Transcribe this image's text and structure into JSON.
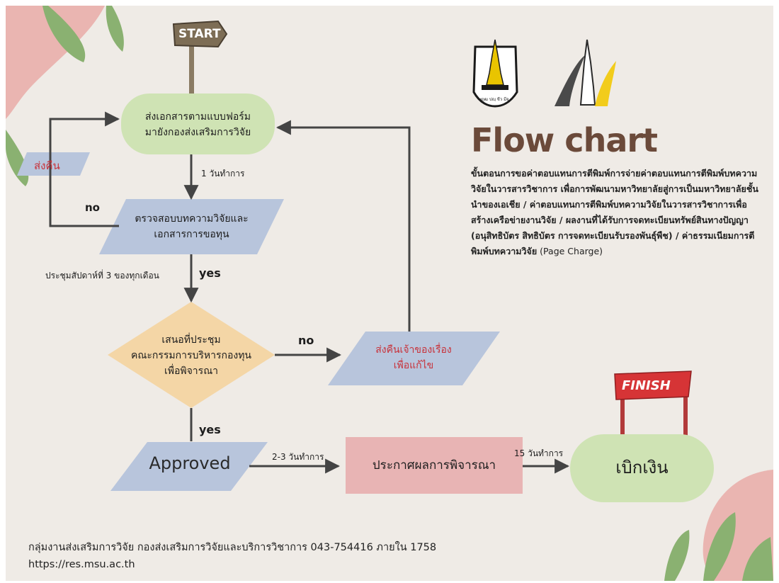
{
  "signs": {
    "start": "START",
    "finish": "FINISH"
  },
  "header": {
    "title": "Flow chart",
    "description": "ขั้นตอนการขอค่าตอบแทนการตีพิมพ์การจ่ายค่าตอบแทนการตีพิมพ์บทความวิจัยในวารสารวิชาการ เพื่อการพัฒนามหาวิทยาลัยสู่การเป็นมหาวิทยาลัยชั้นนำของเอเชีย / ค่าตอบแทนการตีพิมพ์บทความวิจัยในวารสารวิชาการเพื่อสร้างเครือข่ายงานวิจัย / ผลงานที่ได้รับการจดทะเบียนทรัพย์สินทางปัญญา (อนุสิทธิบัตร สิทธิบัตร การจดทะเบียนรับรองพันธุ์พืช) / ค่าธรรมเนียมการตีพิมพ์บทความวิจัย",
    "description_tail": " (Page Charge)"
  },
  "nodes": {
    "submit": {
      "line1": "ส่งเอกสารตามแบบฟอร์ม",
      "line2": "มายังกองส่งเสริมการวิจัย"
    },
    "return_left": "ส่งคืน",
    "check": {
      "line1": "ตรวจสอบบทความวิจัยและ",
      "line2": "เอกสารการขอทุน"
    },
    "propose": {
      "line1": "เสนอที่ประชุม",
      "line2": "คณะกรรมการบริหารกองทุน",
      "line3": "เพื่อพิจารณา"
    },
    "return_owner": {
      "line1": "ส่งคืนเจ้าของเรื่อง",
      "line2": "เพื่อแก้ไข"
    },
    "approved": "Approved",
    "announce": "ประกาศผลการพิจารณา",
    "disburse": "เบิกเงิน"
  },
  "edges": {
    "one_day": "1 วันทำการ",
    "no_left": "no",
    "meeting": "ประชุมสัปดาห์ที่ 3 ของทุกเดือน",
    "yes_1": "yes",
    "no_right": "no",
    "yes_2": "yes",
    "two_three_days": "2-3 วันทำการ",
    "fifteen_days": "15 วันทำการ"
  },
  "footer": {
    "line1": "กลุ่มงานส่งเสริมการวิจัย กองส่งเสริมการวิจัยและบริการวิชาการ 043-754416  ภายใน 1758",
    "line2": "https://res.msu.ac.th"
  },
  "logos": {
    "seal_text": "พฤฒ ปญฺ ชีว มีจ"
  },
  "colors": {
    "background": "#efebe6",
    "green_node": "#cfe3b4",
    "blue_node": "#b8c5dc",
    "diamond": "#f4d6a6",
    "pink_node": "#e8b4b4",
    "arrow": "#444444",
    "accent_red": "#c8323a",
    "title_brown": "#6b4a3a"
  }
}
